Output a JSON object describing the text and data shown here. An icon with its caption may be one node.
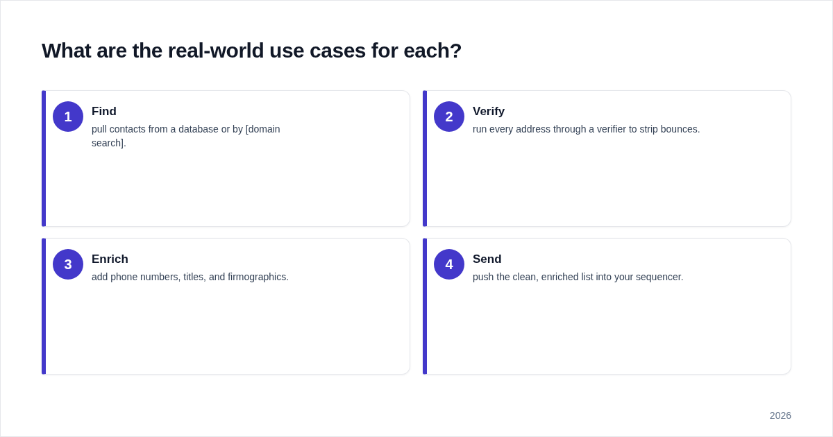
{
  "diagram": {
    "title": "What are the real-world use cases for each?",
    "nodes": [
      {
        "text": [
          "Find",
          "pull contacts from a database or by [domain search]."
        ]
      },
      {
        "text": [
          "1"
        ],
        "in": 0
      },
      {
        "text": [
          "Verify",
          "run every address through a verifier to strip bounces."
        ]
      },
      {
        "text": [
          "2"
        ],
        "in": 2
      },
      {
        "text": [
          "Enrich",
          "add phone numbers, titles, and firmographics."
        ]
      },
      {
        "text": [
          "3"
        ],
        "in": 4
      },
      {
        "text": [
          "Send",
          "push the clean, enriched list into your sequencer."
        ]
      },
      {
        "text": [
          "4"
        ],
        "in": 6
      }
    ],
    "labels": [
      "2026"
    ]
  }
}
